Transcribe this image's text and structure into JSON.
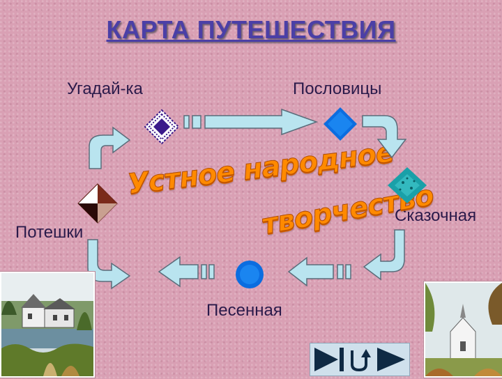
{
  "title": "КАРТА ПУТЕШЕСТВИЯ",
  "stops": {
    "top_left": "Угадай-ка",
    "top_right": "Пословицы",
    "right": "Сказочная",
    "bottom": "Песенная",
    "left": "Потешки"
  },
  "banner": {
    "line1": "Устное народное",
    "line2": "творчество"
  },
  "colors": {
    "background": "#d9a0b4",
    "title": "#4b3fa6",
    "arrow_fill": "#b9e4ef",
    "arrow_stroke": "#5a6c7a",
    "banner": "#ff8a00",
    "diamond_purple": "#3a1a8a",
    "diamond_blue": "#0b6de0",
    "diamond_teal": "#1aa0a8",
    "diamond_brown": "#7a2a1a"
  },
  "controls": {
    "icons": [
      "skip-start-icon",
      "return-icon",
      "play-icon"
    ]
  }
}
